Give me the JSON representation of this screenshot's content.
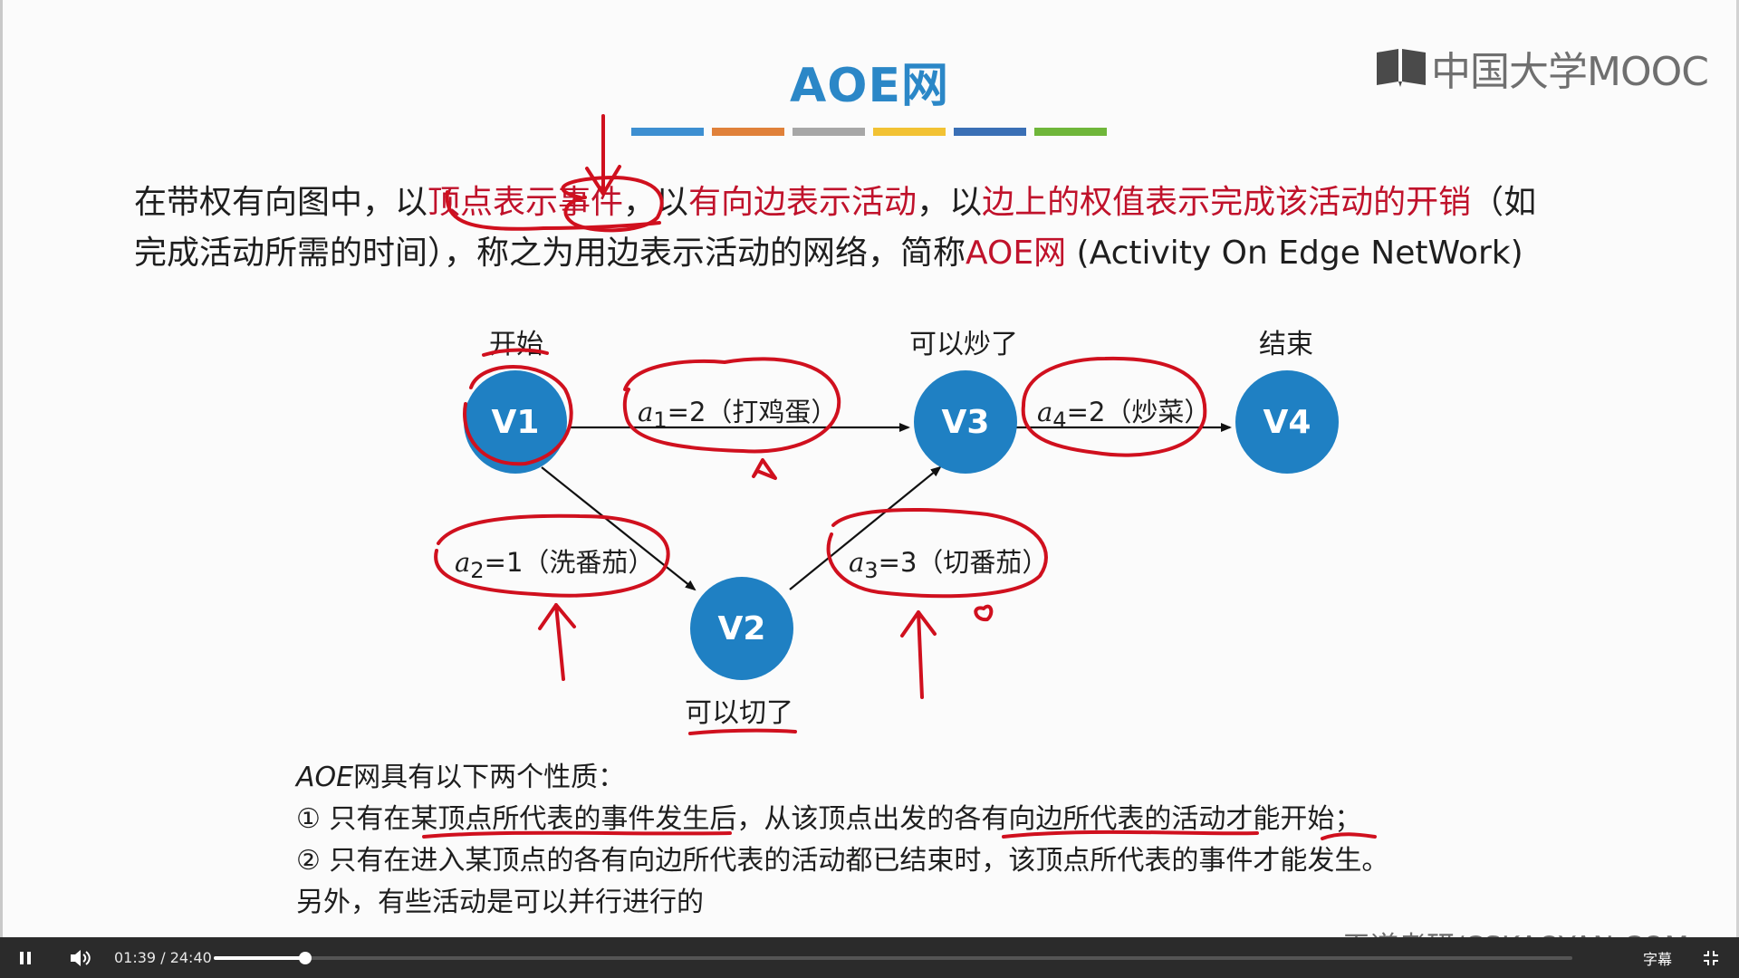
{
  "slide": {
    "title": "AOE网",
    "logo_text": "中国大学MOOC",
    "accent_bars": [
      "#3d8fd1",
      "#e0813a",
      "#a7a7a7",
      "#f2c233",
      "#3a6fb5",
      "#6fb63a"
    ],
    "paragraph": {
      "line1": [
        {
          "t": "在带权有向图中，以",
          "hl": false
        },
        {
          "t": "顶点表示事件",
          "hl": true
        },
        {
          "t": "，以",
          "hl": false
        },
        {
          "t": "有向边表示活动",
          "hl": true
        },
        {
          "t": "，以",
          "hl": false
        },
        {
          "t": "边上的权值表示完成该活动的开销",
          "hl": true
        },
        {
          "t": "（如",
          "hl": false
        }
      ],
      "line2": [
        {
          "t": "完成活动所需的时间），称之为用边表示活动的网络，简称",
          "hl": false
        },
        {
          "t": "AOE网",
          "hl": true
        },
        {
          "t": " (Activity On Edge NetWork)",
          "hl": false
        }
      ]
    },
    "graph": {
      "nodes": {
        "v1": "V1",
        "v2": "V2",
        "v3": "V3",
        "v4": "V4"
      },
      "labels": {
        "start": "开始",
        "can_fry": "可以炒了",
        "end": "结束",
        "can_cut": "可以切了"
      },
      "edges": {
        "a1": {
          "var": "a",
          "sub": "1",
          "rest": "=2（打鸡蛋）"
        },
        "a2": {
          "var": "a",
          "sub": "2",
          "rest": "=1（洗番茄）"
        },
        "a3": {
          "var": "a",
          "sub": "3",
          "rest": "=3（切番茄）"
        },
        "a4": {
          "var": "a",
          "sub": "4",
          "rest": "=2（炒菜）"
        }
      },
      "colors": {
        "node": "#1f80c3",
        "ink": "#d0101e"
      }
    },
    "properties": {
      "heading_prefix": "AOE",
      "heading_rest": "网具有以下两个性质：",
      "item1": "① 只有在某顶点所代表的事件发生后，从该顶点出发的各有向边所代表的活动才能开始；",
      "item2": "② 只有在进入某顶点的各有向边所代表的活动都已结束时，该顶点所代表的事件才能发生。",
      "note": "另外，有些活动是可以并行进行的"
    },
    "watermark": "王道考研/CSKAOYAN.COM"
  },
  "player": {
    "current_time": "01:39",
    "separator": "/",
    "duration": "24:40",
    "progress_fraction": 0.067,
    "subtitle_label": "字幕",
    "icons": [
      "pause-icon",
      "volume-icon",
      "exit-fullscreen-icon"
    ]
  }
}
